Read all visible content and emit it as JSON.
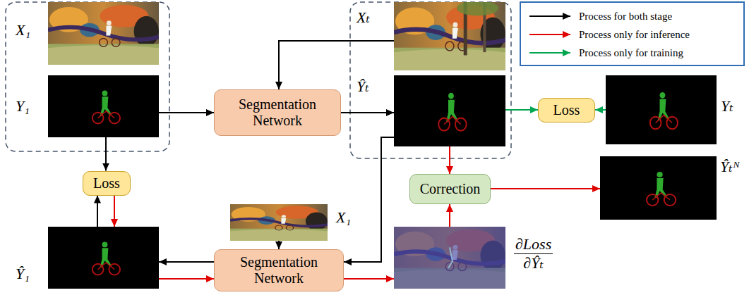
{
  "diagram": {
    "nodes": [
      {
        "text": [
          "X₁"
        ]
      },
      {
        "text": [
          "Y₁"
        ]
      },
      {
        "text": [
          "Segmentation Network"
        ]
      },
      {
        "text": [
          "Xₜ"
        ]
      },
      {
        "text": [
          "Ŷₜ"
        ]
      },
      {
        "text": [
          "Loss"
        ]
      },
      {
        "text": [
          "Yₜ"
        ]
      },
      {
        "text": [
          "Loss"
        ]
      },
      {
        "text": [
          "Correction"
        ]
      },
      {
        "text": [
          "Ŷₜᴺ"
        ]
      },
      {
        "text": [
          "X₁"
        ]
      },
      {
        "text": [
          "Ŷ₁"
        ]
      },
      {
        "text": [
          "Segmentation Network"
        ]
      },
      {
        "text": [
          "∂Loss",
          "∂Ŷₜ"
        ]
      }
    ],
    "edges": [
      {
        "from": 1,
        "to": 2,
        "arrow": "to"
      },
      {
        "from": 3,
        "to": 2,
        "arrow": "to"
      },
      {
        "from": 2,
        "to": 4,
        "arrow": "to"
      },
      {
        "from": 4,
        "to": 5,
        "arrow": "to"
      },
      {
        "from": 6,
        "to": 5,
        "arrow": "to"
      },
      {
        "from": 1,
        "to": 7,
        "arrow": "to"
      },
      {
        "from": 11,
        "to": 7,
        "arrow": "to"
      },
      {
        "from": 7,
        "to": 11,
        "arrow": "to"
      },
      {
        "from": 4,
        "to": 8,
        "arrow": "to"
      },
      {
        "from": 13,
        "to": 8,
        "arrow": "to"
      },
      {
        "from": 8,
        "to": 9,
        "arrow": "to"
      },
      {
        "from": 10,
        "to": 12,
        "arrow": "to"
      },
      {
        "from": 12,
        "to": 11,
        "arrow": "to"
      },
      {
        "from": 11,
        "to": 12,
        "arrow": "to"
      },
      {
        "from": 12,
        "to": 13,
        "arrow": "to"
      },
      {
        "from": 4,
        "to": 12,
        "arrow": "to"
      }
    ],
    "legend": [
      {
        "text": "Process for both stage"
      },
      {
        "text": "Process only for inference"
      },
      {
        "text": "Process only for training"
      }
    ]
  }
}
